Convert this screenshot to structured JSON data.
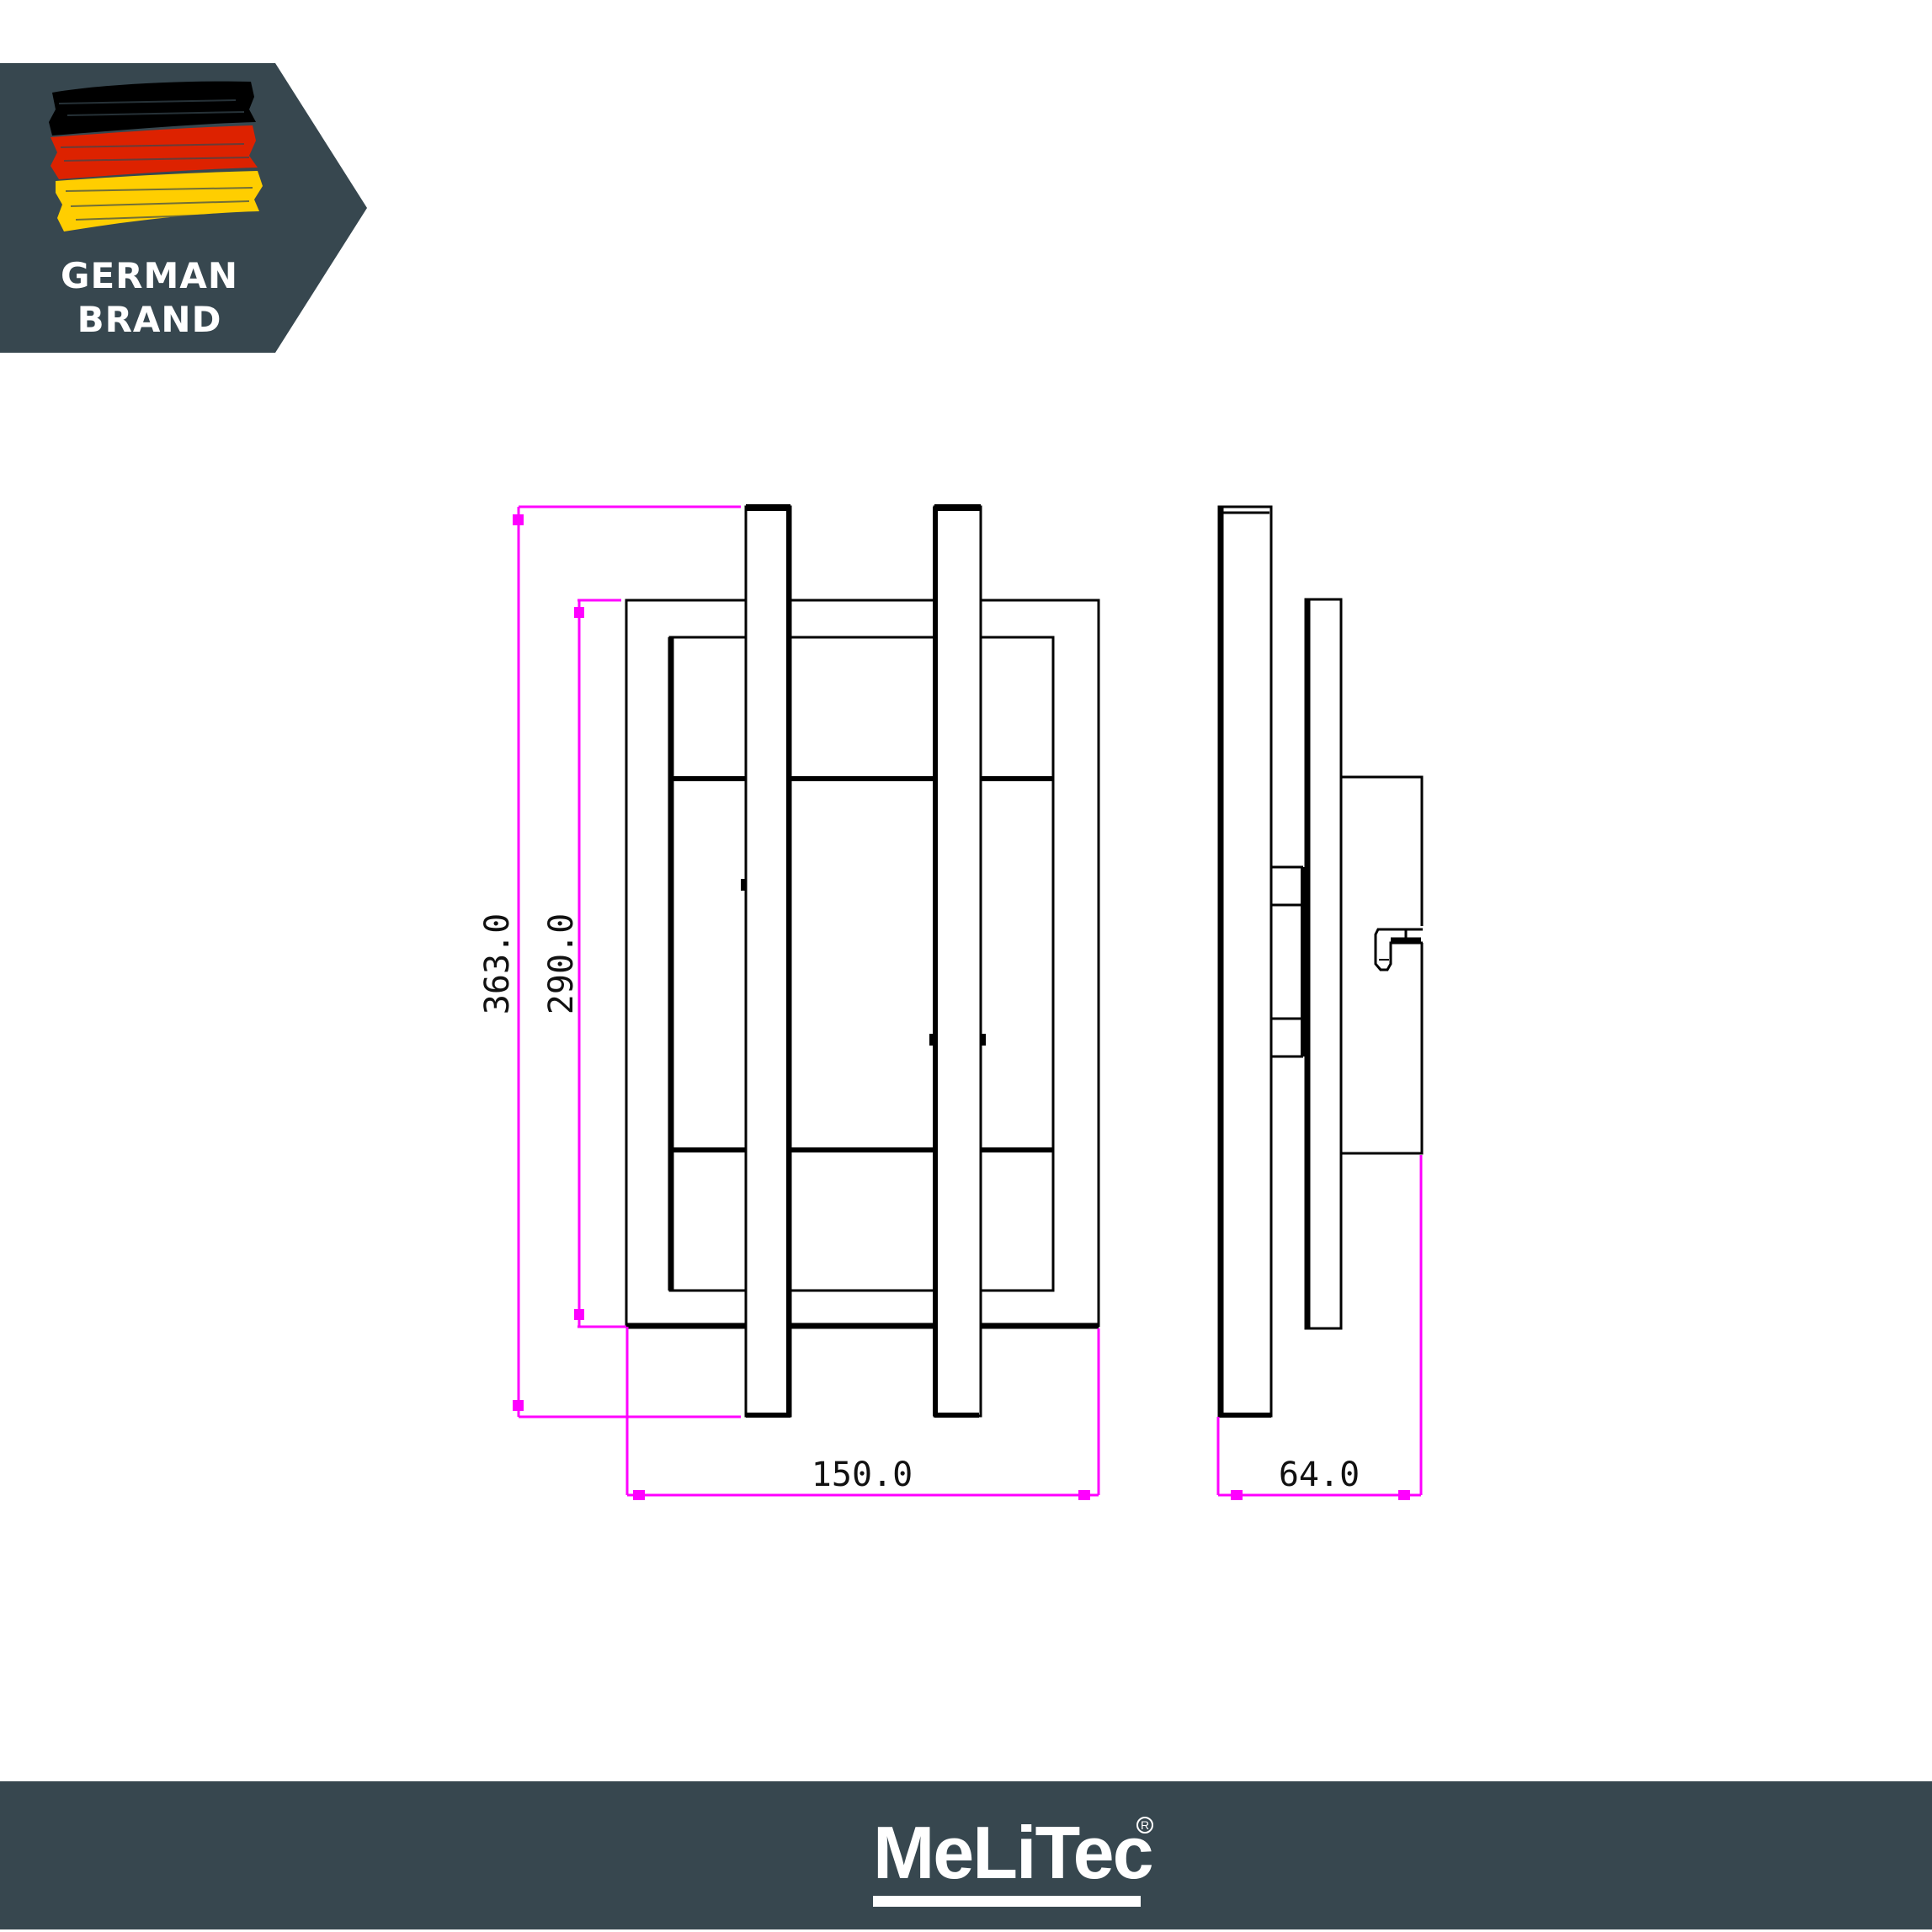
{
  "badge": {
    "line1": "GERMAN",
    "line2": "BRAND",
    "flag_colors": [
      "#000000",
      "#dd2200",
      "#ffce00"
    ],
    "background": "#37474f"
  },
  "drawing": {
    "line_color": "#000000",
    "dimension_color": "#ff00ff",
    "views": [
      "front-view",
      "side-view"
    ],
    "dimensions": {
      "total_height": "363.0",
      "frame_height": "290.0",
      "width": "150.0",
      "depth": "64.0"
    }
  },
  "footer": {
    "brand": "MeLiTec",
    "registered_mark": "R",
    "background": "#37474f"
  }
}
